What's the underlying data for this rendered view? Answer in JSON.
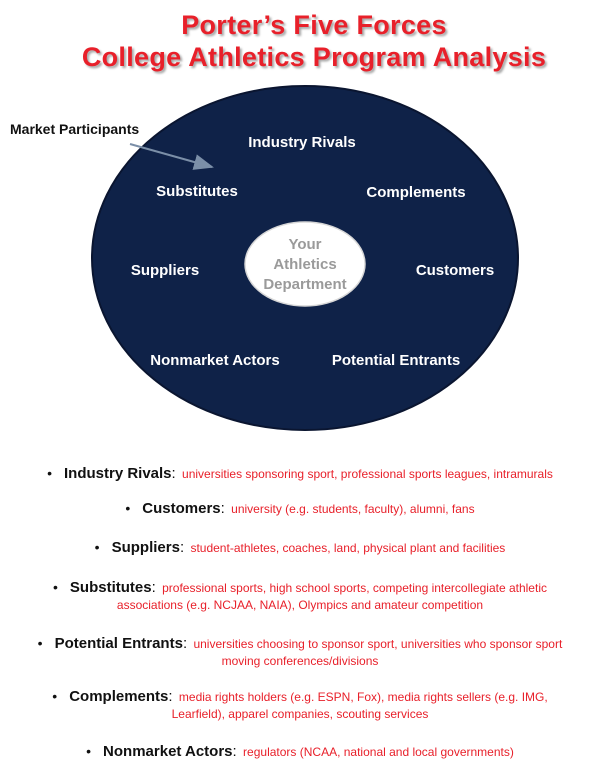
{
  "title": {
    "line1": "Porter’s Five Forces",
    "line2": "College Athletics Program Analysis"
  },
  "colors": {
    "title": "#e8202a",
    "oval_fill": "#0f2248",
    "center_fill": "#ffffff",
    "description": "#e8202a"
  },
  "diagram": {
    "callout": "Market Participants",
    "forces": {
      "industry_rivals": "Industry Rivals",
      "substitutes": "Substitutes",
      "complements": "Complements",
      "suppliers": "Suppliers",
      "customers": "Customers",
      "nonmarket_actors": "Nonmarket Actors",
      "potential_entrants": "Potential Entrants"
    },
    "center": {
      "line1": "Your",
      "line2": "Athletics",
      "line3": "Department"
    }
  },
  "bullets": [
    {
      "term": "Industry Rivals",
      "line1": "universities sponsoring sport, professional sports leagues, intramurals",
      "line2": ""
    },
    {
      "term": "Customers",
      "line1": "university (e.g. students, faculty), alumni, fans",
      "line2": ""
    },
    {
      "term": "Suppliers",
      "line1": "student-athletes, coaches, land, physical plant and facilities",
      "line2": ""
    },
    {
      "term": "Substitutes",
      "line1": "professional sports, high school sports, competing intercollegiate athletic",
      "line2": "associations (e.g. NCJAA, NAIA), Olympics and amateur competition"
    },
    {
      "term": "Potential Entrants",
      "line1": "universities choosing to sponsor sport, universities who sponsor sport",
      "line2": "moving conferences/divisions"
    },
    {
      "term": "Complements",
      "line1": "media rights holders (e.g. ESPN, Fox), media rights sellers (e.g. IMG,",
      "line2": "Learfield), apparel companies, scouting services"
    },
    {
      "term": "Nonmarket Actors",
      "line1": "regulators (NCAA, national and local governments)",
      "line2": ""
    }
  ]
}
